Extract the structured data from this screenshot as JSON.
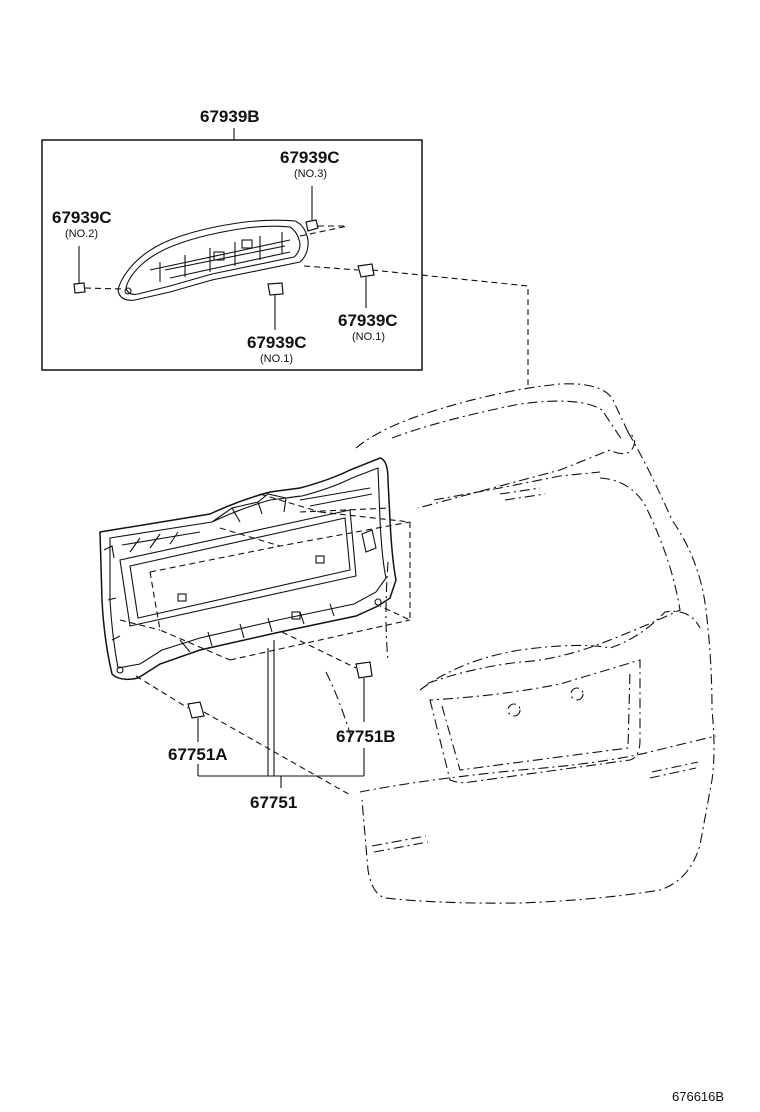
{
  "labels": {
    "assembly_67939b": "67939B",
    "clip_top": "67939C",
    "clip_top_note": "(NO.3)",
    "clip_left": "67939C",
    "clip_left_note": "(NO.2)",
    "clip_right": "67939C",
    "clip_right_note": "(NO.1)",
    "clip_bottom": "67939C",
    "clip_bottom_note": "(NO.1)",
    "clip_67751a": "67751A",
    "clip_67751b": "67751B",
    "board_67751": "67751",
    "figure_number": "676616B"
  }
}
